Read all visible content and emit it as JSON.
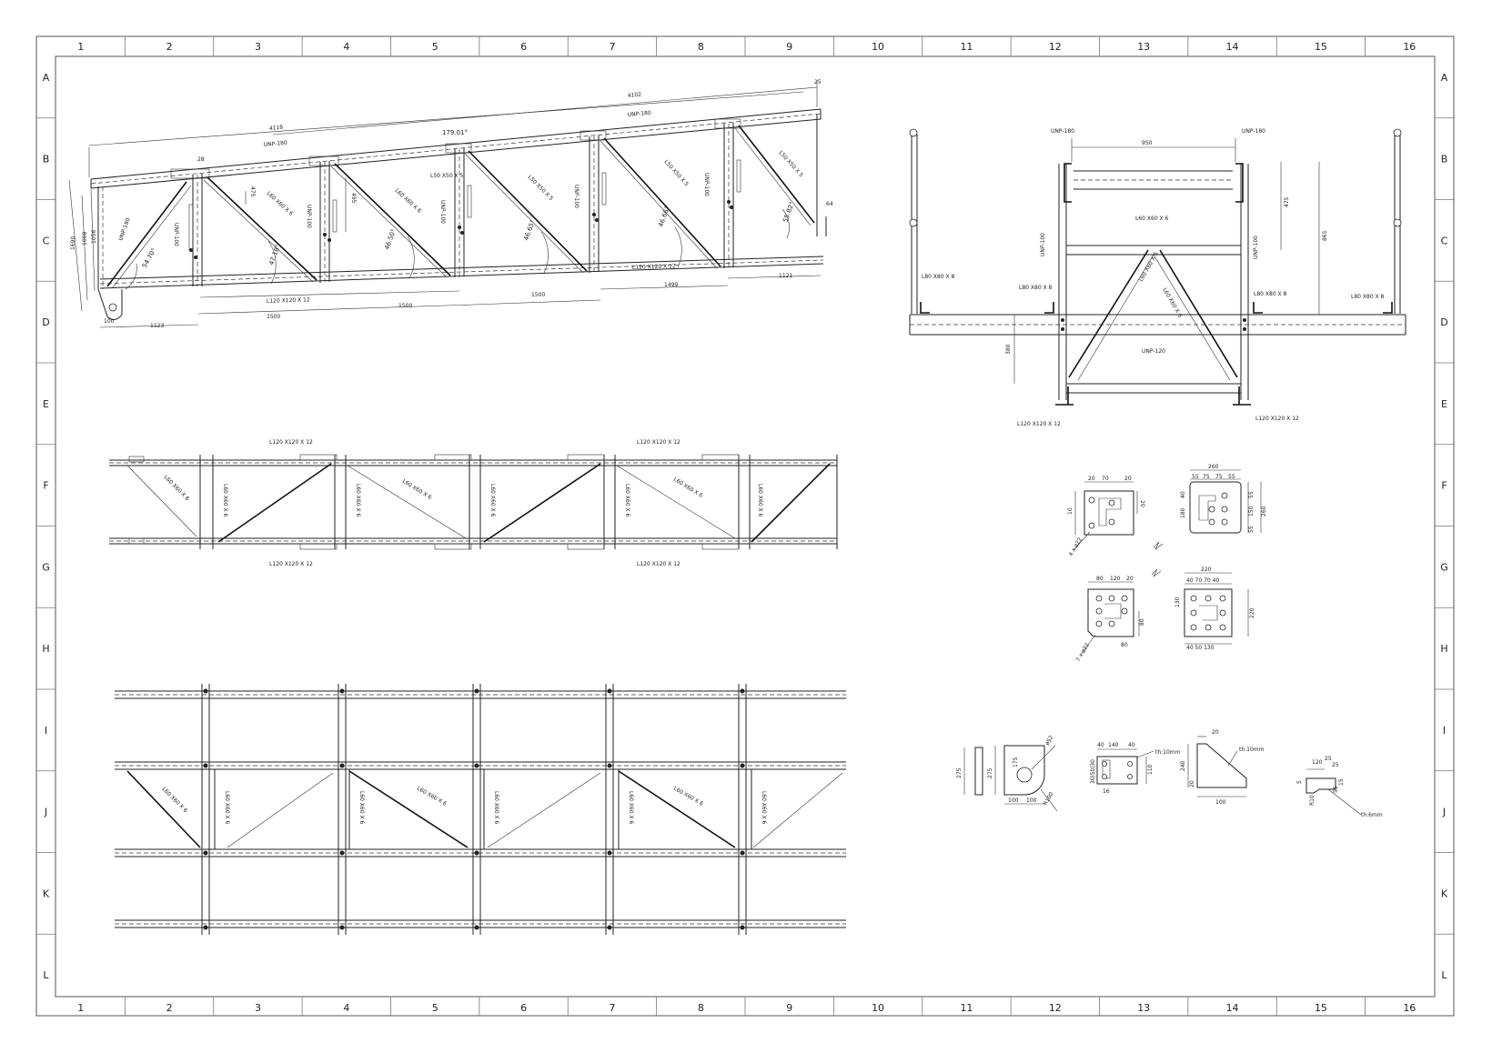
{
  "sheet": {
    "columns": [
      "1",
      "2",
      "3",
      "4",
      "5",
      "6",
      "7",
      "8",
      "9",
      "10",
      "11",
      "12",
      "13",
      "14",
      "15",
      "16"
    ],
    "rows": [
      "A",
      "B",
      "C",
      "D",
      "E",
      "F",
      "G",
      "H",
      "I",
      "J",
      "K",
      "L"
    ]
  },
  "elevation": {
    "overall_top": "4102",
    "overall_chord": "4118",
    "angle_top": "179.01°",
    "end_offset": "25",
    "top_profile": "UNP-180",
    "top_profile_2": "UNP-180",
    "post_label_a": "UNP-100",
    "post_label_b": "UNP-100",
    "post_label_c": "UNP-100",
    "post_label_d": "UNP-100",
    "post_label_e": "UNP-180",
    "diag_1": "L60 X60 X 6",
    "diag_2": "L60 X60 X 6",
    "diag_3": "L50 X50 X 5",
    "diag_4": "L50 X50 X 5",
    "diag_5": "L50 X50 X 5",
    "diag_6": "L50 X50 X 5",
    "bottom_profile_1": "L120 X120 X 12",
    "bottom_profile_2": "L120 X120 X 12",
    "angle_1": "54.70°",
    "angle_2": "47.18°",
    "angle_3": "46.50°",
    "angle_4": "46.65°",
    "angle_5": "46.66°",
    "angle_6": "55.82°",
    "h_1": "1690",
    "h_2": "1008",
    "h_3": "1056",
    "h_4": "475",
    "h_5": "495",
    "dim_28": "28",
    "dim_64": "64",
    "dim_100": "100",
    "span_1123": "1123",
    "span_1500a": "1500",
    "span_1500b": "1500",
    "span_1500c": "1500",
    "span_1499": "1499",
    "span_1121": "1121"
  },
  "section": {
    "width_950": "950",
    "upn_left": "UNP-180",
    "upn_right": "UNP-180",
    "brace": "L60 X60 X 6",
    "brace_2": "L60 X60 X 6",
    "brace_3": "L60 X60 X 6",
    "side_left": "UNP-100",
    "side_right": "UNP-100",
    "h_475": "475",
    "h_865": "865",
    "h_380": "380",
    "l80_1": "L80 X80 X 8",
    "l80_2": "L80 X80 X 8",
    "l80_3": "L80 X80 X 8",
    "l80_4": "L80 X80 X 8",
    "bottom_unp": "UNP-120",
    "l120_left": "L120 X120 X 12",
    "l120_right": "L120 X120 X 12"
  },
  "plan_view": {
    "top_chord_1": "L120 X120 X 12",
    "top_chord_2": "L120 X120 X 12",
    "bottom_chord_1": "L120 X120 X 12",
    "bottom_chord_2": "L120 X120 X 12",
    "diag_1": "L60 X60 X 6",
    "diag_2": "L60 X60 X 6",
    "diag_3": "L60 X60 X 6",
    "post_1": "L60 X60 X 6",
    "post_2": "L60 X60 X 6",
    "post_3": "L60 X60 X 6",
    "post_4": "L60 X60 X 6",
    "post_5": "L60 X60 X 6"
  },
  "bottom_view": {
    "diag_1": "L60 X60 X 6",
    "diag_2": "L60 X60 X 6",
    "diag_3": "L60 X60 X 6",
    "post_1": "L60 X60 X 6",
    "post_2": "L60 X60 X 6",
    "post_3": "L60 X60 X 6",
    "post_4": "L60 X60 X 6",
    "post_5": "L60 X60 X 6"
  },
  "plates": {
    "p1_70": "70",
    "p1_20a": "20",
    "p1_20b": "20",
    "p1_20c": "20",
    "p1_10": "10",
    "p1_holes": "4 x ø22",
    "p2_260": "260",
    "p2_55a": "55",
    "p2_75a": "75",
    "p2_75b": "75",
    "p2_55b": "55",
    "p2_40": "40",
    "p2_180": "180",
    "p2_150": "150",
    "p2_260v": "260",
    "p2_55c": "55",
    "p2_55d": "55",
    "p3_80": "80",
    "p3_120": "120",
    "p3_20": "20",
    "p3_holes": "7 x ø22",
    "p3_80b": "80",
    "p3_80c": "80",
    "p4_220": "220",
    "p4_top": "40 70  70 40",
    "p4_130": "130",
    "p4_bottom": "40 50   130",
    "p4_220v": "220",
    "lug_275a": "275",
    "lug_275b": "275",
    "lug_175": "175",
    "lug_100a": "100",
    "lug_100b": "100",
    "lug_hole": "ø52",
    "lug_r": "R100",
    "bp_40a": "40",
    "bp_140": "140",
    "bp_40b": "40",
    "bp_th": "th:10mm",
    "bp_110": "110",
    "bp_side": "30|50|30",
    "bp_16": "16",
    "gus_20": "20",
    "gus_240": "240",
    "gus_th": "th:10mm",
    "gus_20b": "20",
    "gus_100": "100",
    "cl_120": "120",
    "cl_25a": "25",
    "cl_25b": "25",
    "cl_5": "5",
    "cl_15": "15",
    "cl_55": "55",
    "cl_r10": "R10",
    "cl_th": "th:6mm"
  }
}
